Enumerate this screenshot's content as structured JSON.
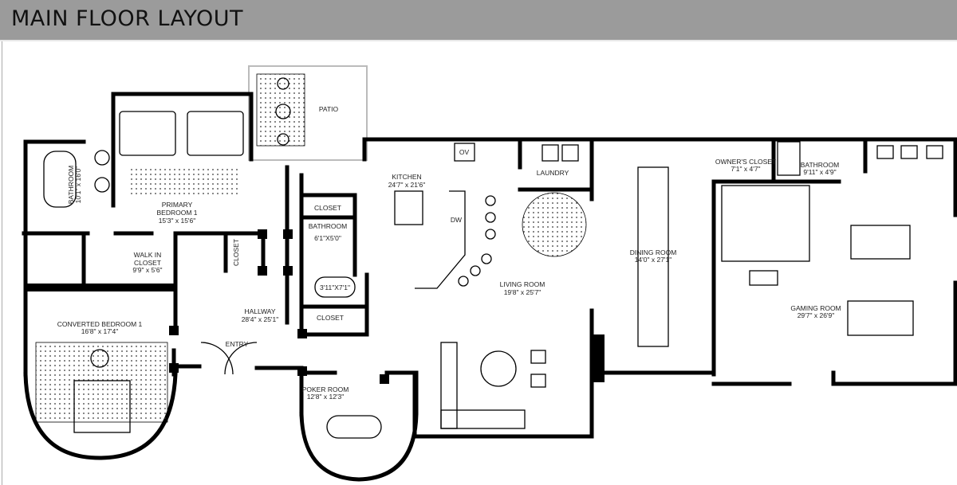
{
  "header": {
    "title": "MAIN FLOOR LAYOUT",
    "background": "#9b9b9b"
  },
  "rooms": {
    "bathroom_left": {
      "name": "BATHROOM",
      "size": "10'1\" x 16'0\""
    },
    "primary_bedroom": {
      "name1": "PRIMARY",
      "name2": "BEDROOM 1",
      "size": "15'3\" x 15'6\""
    },
    "walk_in_closet": {
      "name1": "WALK IN",
      "name2": "CLOSET",
      "size": "9'9\" x 5'6\""
    },
    "stair_closet": {
      "name": "CLOSET"
    },
    "converted_bedroom": {
      "name": "CONVERTED  BEDROOM 1",
      "size": "16'8\" x 17'4\""
    },
    "hallway": {
      "name": "HALLWAY",
      "size": "28'4\" x 25'1\""
    },
    "entry": {
      "name": "ENTRY"
    },
    "patio": {
      "name": "PATIO"
    },
    "kitchen": {
      "name": "KITCHEN",
      "size": "24'7\" x 21'6\"",
      "oven": "OV",
      "dishwasher": "DW"
    },
    "laundry": {
      "name": "LAUNDRY"
    },
    "closet_upper": {
      "name": "CLOSET"
    },
    "bathroom_center": {
      "name": "BATHROOM",
      "size": "6'1\"X5'0\"",
      "tub": "3'11\"X7'1\""
    },
    "closet_lower": {
      "name": "CLOSET"
    },
    "living_room": {
      "name": "LIVING ROOM",
      "size": "19'8\" x 25'7\""
    },
    "dining_room": {
      "name": "DINING ROOM",
      "size": "14'0\" x 27'1\""
    },
    "owners_closet": {
      "name": "OWNER'S CLOSET",
      "size": "7'1\" x 4'7\""
    },
    "bathroom_right": {
      "name": "BATHROOM",
      "size": "9'11\" x 4'9\""
    },
    "gaming_room": {
      "name": "GAMING ROOM",
      "size": "29'7\" x 26'9\""
    },
    "poker_room": {
      "name": "POKER ROOM",
      "size": "12'8\" x 12'3\""
    }
  }
}
